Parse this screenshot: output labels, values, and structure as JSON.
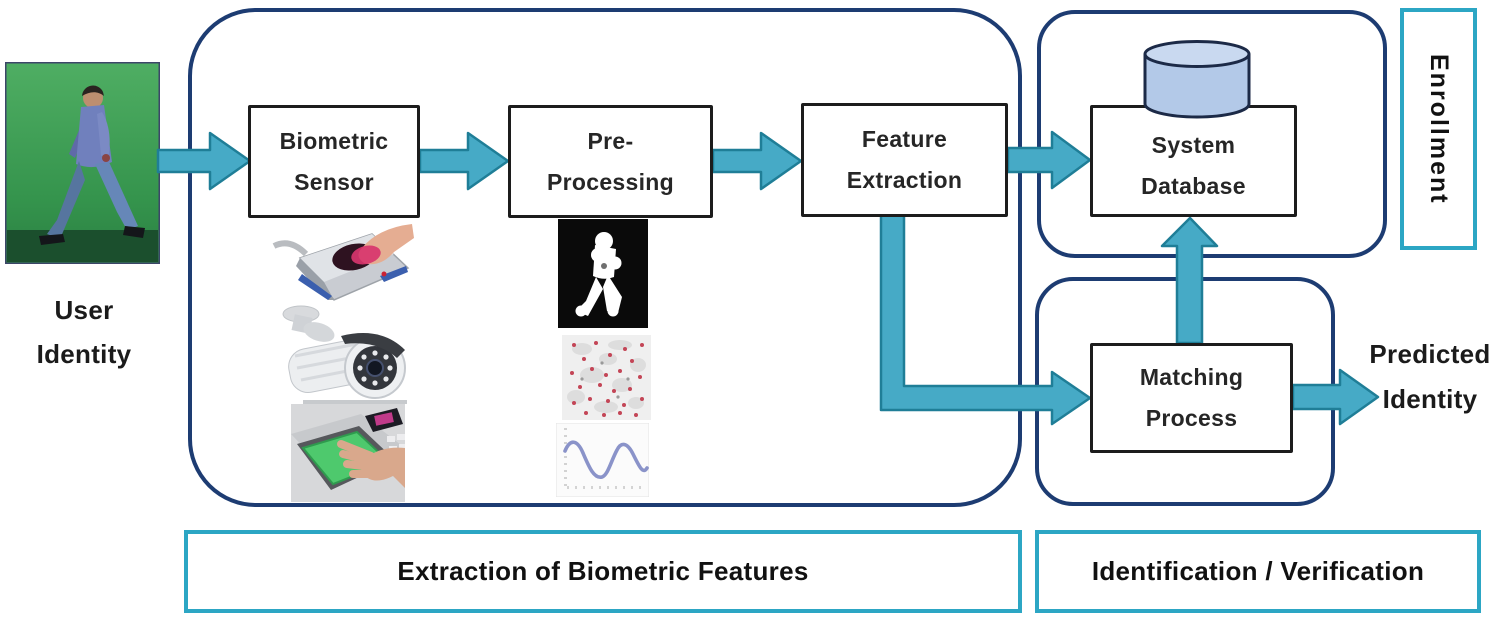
{
  "diagram": {
    "title_hint": "Biometric recognition system flow",
    "user_identity_label": "User\nIdentity",
    "nodes": {
      "biometric_sensor": "Biometric\nSensor",
      "pre_processing": "Pre-\nProcessing",
      "feature_extraction": "Feature\nExtraction",
      "system_database": "System\nDatabase",
      "matching_process": "Matching\nProcess"
    },
    "labels": {
      "enrollment": "Enrollment",
      "predicted_identity": "Predicted\nIdentity",
      "extraction_section": "Extraction of Biometric Features",
      "identification_section": "Identification / Verification"
    },
    "colors": {
      "arrow_fill": "#46AAC6",
      "arrow_stroke": "#1F7E97",
      "container_border": "#1D3C72",
      "section_border": "#2CA6C4",
      "node_border": "#1C1C1C",
      "cylinder_fill": "#B3C9E8",
      "photo_background_green": "#35964D"
    },
    "icons": [
      "walking-person-photo",
      "fingerprint-scanner-icon",
      "cctv-camera-icon",
      "palm-scanner-icon",
      "gait-silhouette-icon",
      "feature-points-icon",
      "signal-waveform-icon",
      "database-cylinder-icon"
    ]
  }
}
